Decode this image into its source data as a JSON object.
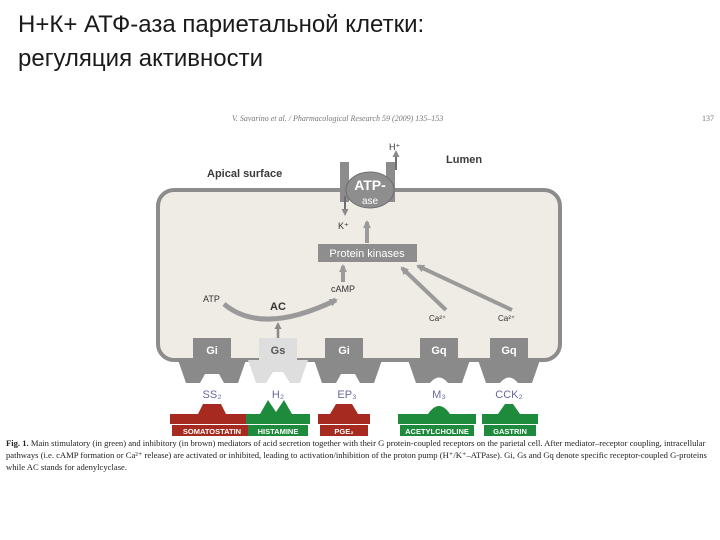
{
  "slide": {
    "title_line1": "Н+К+ АТФ-аза париетальной клетки:",
    "title_line2": "регуляция активности"
  },
  "figure": {
    "citation": "V. Savarino et al. / Pharmacological Research 59 (2009) 135–153",
    "page_number": "137",
    "apical_label": "Apical surface",
    "lumen_label": "Lumen",
    "h_ion": "H⁺",
    "k_ion": "K⁺",
    "pump_label_1": "ATP-",
    "pump_label_2": "ase",
    "protein_kinases": "Protein kinases",
    "camp": "cAMP",
    "atp": "ATP",
    "ac": "AC",
    "ca_left": "Ca²⁺",
    "ca_right": "Ca²⁺",
    "g_proteins": [
      "Gi",
      "Gs",
      "Gi",
      "Gq",
      "Gq"
    ],
    "receptors": [
      "SS₂",
      "H₂",
      "EP₃",
      "M₃",
      "CCK₂"
    ],
    "mediators": [
      "SOMATOSTATIN",
      "HISTAMINE",
      "PGE₂",
      "ACETYLCHOLINE",
      "GASTRIN"
    ],
    "colors": {
      "cell_fill": "#efebe5",
      "cell_border": "#8c8c8c",
      "g_box": "#8a8a8a",
      "gs_box": "#dedede",
      "inhibitory": "#a62a1f",
      "stimulatory": "#1e8a3c",
      "receptor_text": "#6b6b9e",
      "arrow": "#9a9a9a"
    }
  },
  "caption": {
    "label": "Fig. 1.",
    "text": "Main stimulatory (in green) and inhibitory (in brown) mediators of acid secretion together with their G protein-coupled receptors on the parietal cell. After mediator–receptor coupling, intracellular pathways (i.e. cAMP formation or Ca²⁺ release) are activated or inhibited, leading to activation/inhibition of the proton pump (H⁺/K⁺–ATPase). Gi, Gs and Gq denote specific receptor-coupled G-proteins while AC stands for adenylcyclase."
  }
}
